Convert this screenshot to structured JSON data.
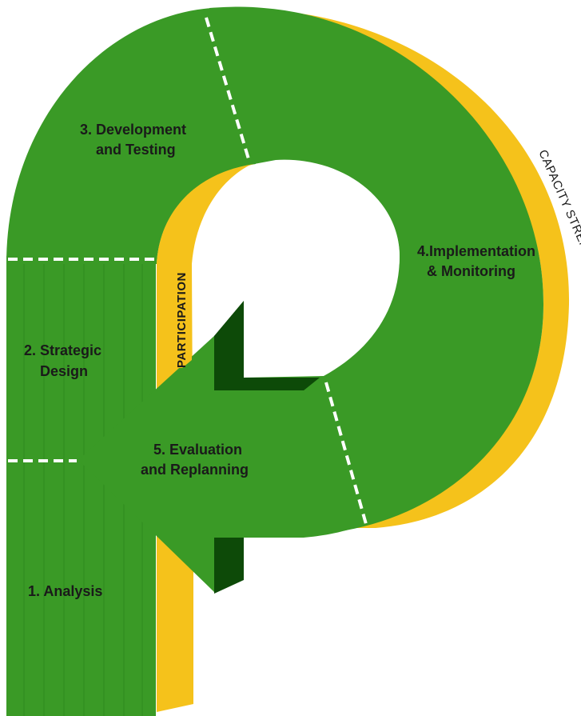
{
  "stages": {
    "analysis": "1. Analysis",
    "strategic_design": [
      "2. Strategic",
      "Design"
    ],
    "development": [
      "3. Development",
      "and Testing"
    ],
    "implementation": [
      "4.Implementation",
      "& Monitoring"
    ],
    "evaluation": [
      "5. Evaluation",
      "and Replanning"
    ]
  },
  "side_labels": {
    "inner": "PARTICIPATION",
    "outer": "CAPACITY STRENGTHENING"
  },
  "colors": {
    "green": "#3a9a26",
    "green_dark": "#0d4a08",
    "yellow": "#f5c21b",
    "divider": "#ffffff"
  }
}
